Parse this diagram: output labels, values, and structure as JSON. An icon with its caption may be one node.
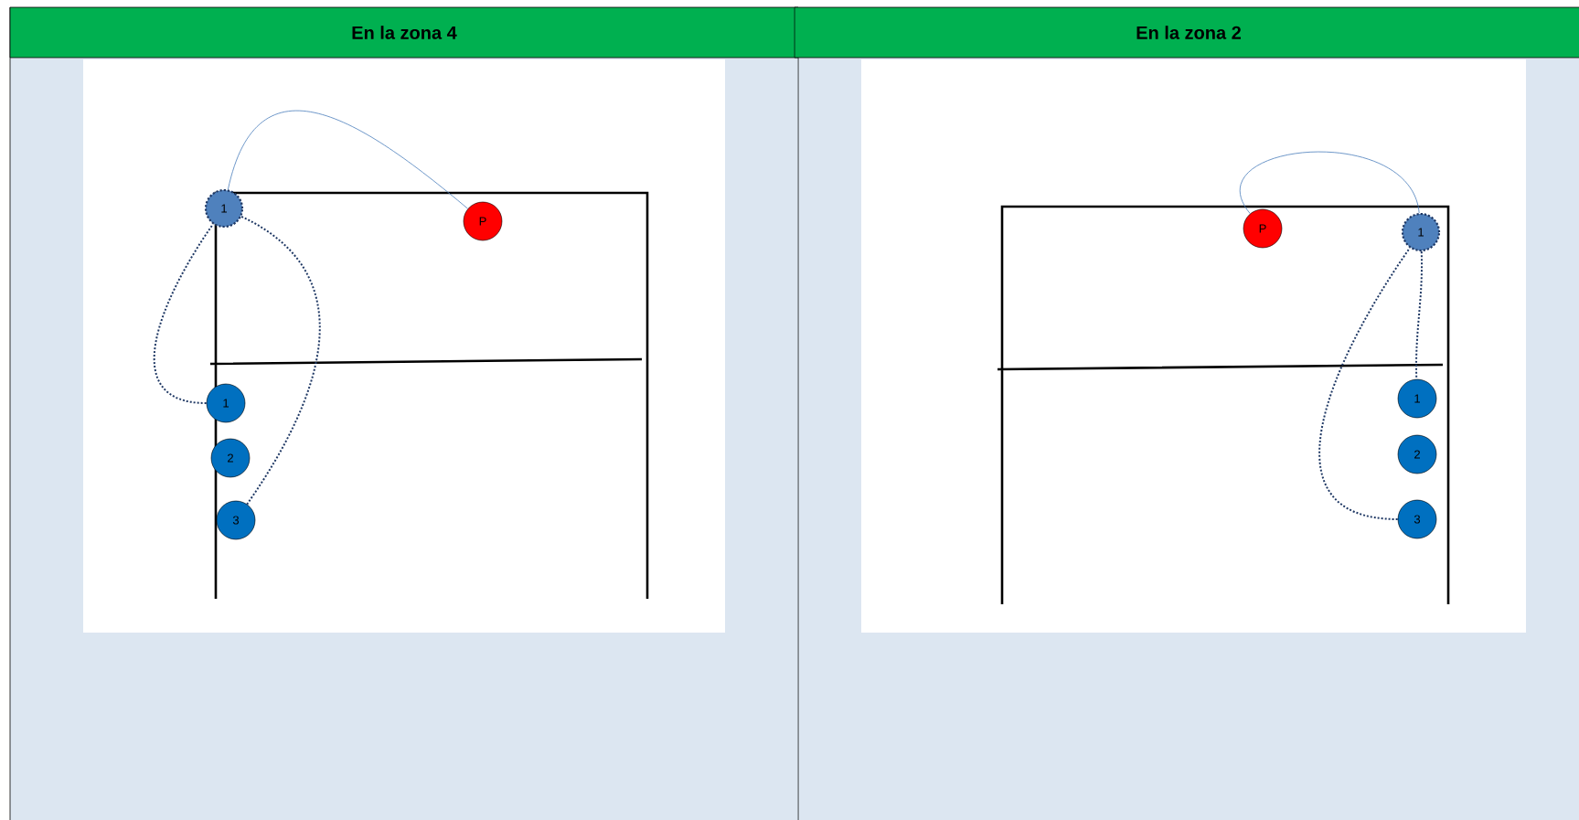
{
  "diagram": {
    "nodes": [
      {
        "text": [
          "En la zona 4"
        ]
      },
      {
        "text": [
          "En la zona 2"
        ]
      },
      {
        "text": [
          "1"
        ]
      },
      {
        "text": [
          "P"
        ]
      },
      {
        "text": [
          "1"
        ]
      },
      {
        "text": [
          "2"
        ]
      },
      {
        "text": [
          "3"
        ]
      },
      {
        "text": [
          "P"
        ]
      },
      {
        "text": [
          "1"
        ]
      },
      {
        "text": [
          "1"
        ]
      },
      {
        "text": [
          "2"
        ]
      },
      {
        "text": [
          "3"
        ]
      }
    ],
    "edges": [
      {
        "from": 3,
        "to": 2,
        "arrow": "none",
        "color": "#4a7ebb"
      },
      {
        "from": 4,
        "to": 2,
        "arrow": "none",
        "style": "dashed",
        "color": "#1f3864"
      },
      {
        "from": 2,
        "to": 6,
        "arrow": "none",
        "style": "dashed",
        "color": "#1f3864"
      },
      {
        "from": 7,
        "to": 8,
        "arrow": "none",
        "color": "#4a7ebb"
      },
      {
        "from": 8,
        "to": 9,
        "arrow": "none",
        "style": "dashed",
        "color": "#1f3864"
      },
      {
        "from": 11,
        "to": 8,
        "arrow": "none",
        "style": "dashed",
        "color": "#1f3864"
      }
    ]
  }
}
